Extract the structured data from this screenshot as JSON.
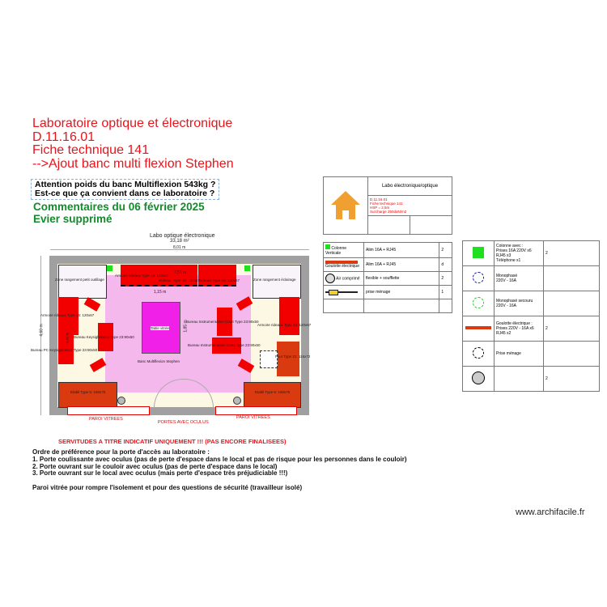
{
  "header": {
    "lines": [
      "Laboratoire optique et électronique",
      "D.11.16.01",
      "Fiche technique 141",
      "-->Ajout banc multi flexion Stephen"
    ],
    "warning": [
      "Attention poids du banc Multiflexion 543kg ?",
      "Est-ce que ça convient dans ce laboratoire ?"
    ],
    "comments": [
      "Commentaires du 06 février 2025",
      "Evier supprimé"
    ]
  },
  "plan": {
    "title": "Labo optique électronique",
    "area": "33,18 m²",
    "width_dim": "8,01 m",
    "height_dim": "4,60 m",
    "inner_height_dim": "4,42 m",
    "top_dim": "7,51 m",
    "table_width_dim": "1,15 m",
    "table_height_dim": "1,85 m",
    "labels": {
      "zone_left": "Zone rangement petit outillage",
      "zone_right": "Zone rangement éclairage",
      "armoire_top1": "Armoire rideaux Type 16: 120x67",
      "armoire_top2": "Rideaux Type 16: 120x67",
      "armoire_top3": "Rideaux Type 16: 120x67",
      "armoire_left": "Armoire rideaux Type 16: 120x67",
      "armoire_right": "Armoire rideaux Type 16: 120x67",
      "bureau_key": "Bureau Keysight/MG3 Type 23:90x50",
      "bureau_pc": "Bureau PC Keysight/MG2 Type 23:90x50",
      "table": "Table vitrée",
      "banc": "Banc Multiflexion Stephen",
      "bureau_instr1": "Bureau Instrumentation CIM3 Type 23:90x50",
      "bureau_instr2": "Bureau Instrumentation CIM4 Type 23:90x50",
      "four": "Four Type 21: 116x72",
      "etabli_left": "Etabli Type 6: 180x75",
      "etabli_right": "Etabli Type 6: 180x75",
      "paroi_left": "PAROI VITREES",
      "paroi_right": "PAROI VITREES",
      "portes": "PORTES AVEC OCULUS"
    }
  },
  "cartouche": {
    "title": "Labo électronique/optique",
    "info": [
      "D.11.16.01",
      "Fiche technique 141",
      "HSP = 2,5m",
      "Surcharge 250daN/m2"
    ],
    "icon": "house-icon",
    "icon_color": "#f0a030"
  },
  "legend1": [
    {
      "icon": "green-square-icon",
      "label": "Colonne Verticale",
      "desc": "Alim 16A + RJ45",
      "qty": "2"
    },
    {
      "icon": "goulotte-icon",
      "label": "Goulotte électrique",
      "desc": "Alim 16A + RJ45",
      "qty": "d"
    },
    {
      "icon": "air-outlet-icon",
      "label": "Air comprimé",
      "desc": "flexible + soufflette",
      "qty": "2"
    },
    {
      "icon": "power-cord-icon",
      "label": "",
      "desc": "prise ménage",
      "qty": "1"
    }
  ],
  "legend2": [
    {
      "icon": "green-square-icon",
      "desc": "Colonne avec :\nPrises 16A 220V x6\nRJ45 x3\nTéléphone x1",
      "qty": "2"
    },
    {
      "icon": "socket-blue-icon",
      "desc": "Monophasé\n220V - 16A",
      "qty": ""
    },
    {
      "icon": "socket-green-icon",
      "desc": "Monophasé secouru\n220V - 16A",
      "qty": ""
    },
    {
      "icon": "goulotte-icon",
      "desc": "Goulotte électrique :\nPrises 220V - 16A x6\nRJ45 x2",
      "qty": "2"
    },
    {
      "icon": "socket-black-icon",
      "desc": "Prise ménage",
      "qty": ""
    },
    {
      "icon": "air-outlet-icon",
      "desc": "",
      "qty": "2"
    }
  ],
  "notes": {
    "servitudes": "SERVITUDES A TITRE INDICATIF UNIQUEMENT !!! (PAS ENCORE FINALISEES)",
    "lines": [
      "Ordre de préférence pour la porte d'accès au laboratoire :",
      "1. Porte coulissante avec oculus (pas de perte d'espace dans le local et pas de risque pour les personnes dans le couloir)",
      "2. Porte ouvrant sur le couloir avec oculus (pas de perte d'espace dans le local)",
      "3. Porte ouvrant sur le local avec oculus (mais perte d'espace très préjudiciable !!!)"
    ],
    "paroi": "Paroi vitrée pour rompre l'isolement et pour des questions de sécurité (travailleur isolé)"
  },
  "watermark": "www.archifacile.fr",
  "colors": {
    "title": "#e8141c",
    "comments": "#138a2c",
    "furniture": "#f20000",
    "zone": "#f4b8ec",
    "table": "#f020e8"
  }
}
